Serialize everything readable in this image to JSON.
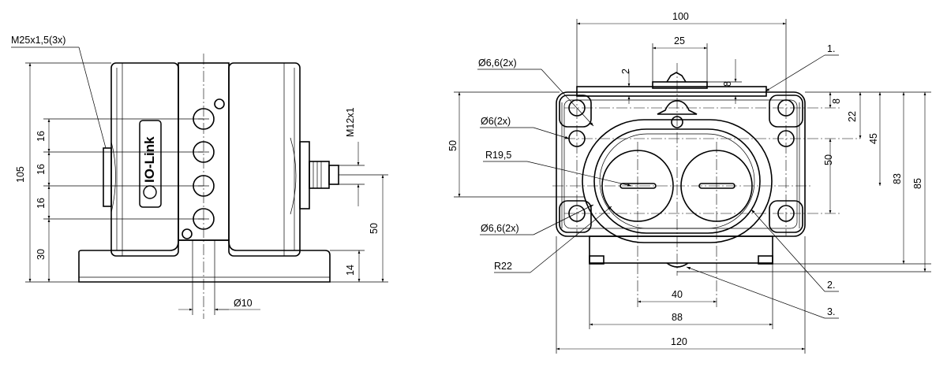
{
  "side_view": {
    "thread_callout": "M25x1,5(3x)",
    "connector_callout": "M12x1",
    "logo_text": "IO-Link",
    "dim_height_total": "105",
    "dim_pitch_a": "16",
    "dim_pitch_b": "16",
    "dim_pitch_c": "16",
    "dim_base": "30",
    "dim_connector_height": "50",
    "dim_flange": "14",
    "dim_diameter": "Ø10"
  },
  "front_view": {
    "dim_width_top": "100",
    "dim_width_inner": "25",
    "dim_gap_left": "2",
    "dim_gap_right": "8",
    "dim_hole_a": "Ø6,6(2x)",
    "dim_hole_b": "Ø6(2x)",
    "dim_radius_a": "R19,5",
    "dim_hole_c": "Ø6,6(2x)",
    "dim_radius_b": "R22",
    "dim_height_left": "50",
    "dim_right_8": "8",
    "dim_right_22": "22",
    "dim_right_45": "45",
    "dim_right_50": "50",
    "dim_right_83": "83",
    "dim_right_85": "85",
    "dim_bottom_40": "40",
    "dim_bottom_88": "88",
    "dim_bottom_120": "120",
    "callout_1": "1.",
    "callout_2": "2.",
    "callout_3": "3."
  }
}
